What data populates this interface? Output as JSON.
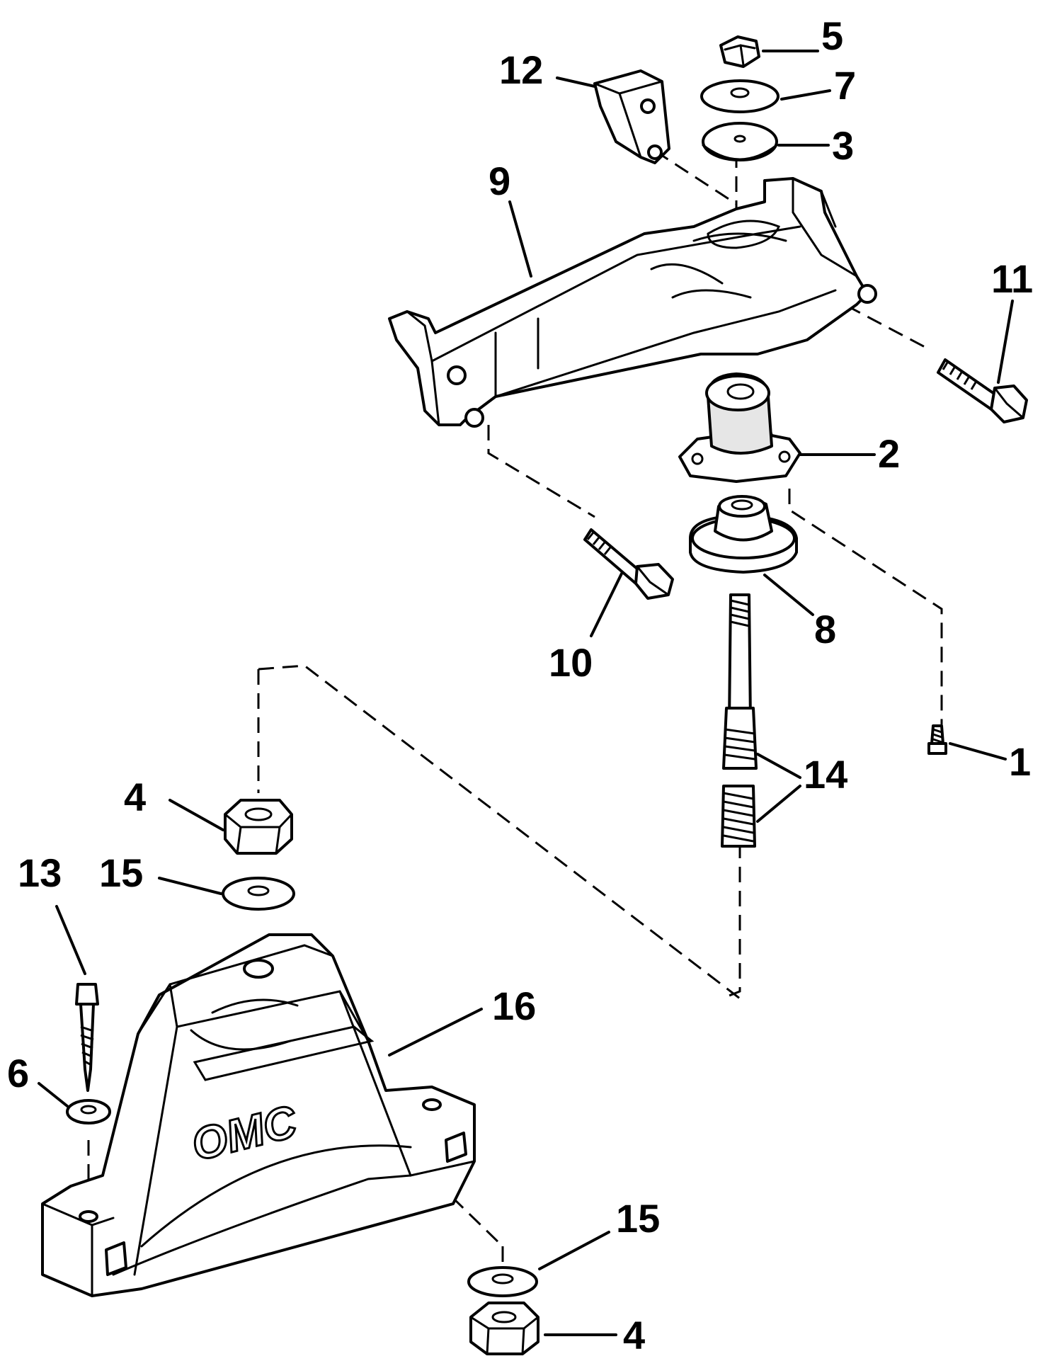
{
  "callouts": [
    {
      "id": "5",
      "label": "5"
    },
    {
      "id": "12",
      "label": "12"
    },
    {
      "id": "7",
      "label": "7"
    },
    {
      "id": "3",
      "label": "3"
    },
    {
      "id": "9",
      "label": "9"
    },
    {
      "id": "11",
      "label": "11"
    },
    {
      "id": "2",
      "label": "2"
    },
    {
      "id": "10",
      "label": "10"
    },
    {
      "id": "8",
      "label": "8"
    },
    {
      "id": "1",
      "label": "1"
    },
    {
      "id": "14",
      "label": "14"
    },
    {
      "id": "4a",
      "label": "4"
    },
    {
      "id": "15a",
      "label": "15"
    },
    {
      "id": "13",
      "label": "13"
    },
    {
      "id": "16",
      "label": "16"
    },
    {
      "id": "6",
      "label": "6"
    },
    {
      "id": "15b",
      "label": "15"
    },
    {
      "id": "4b",
      "label": "4"
    }
  ],
  "logo": {
    "text": "OMC"
  }
}
